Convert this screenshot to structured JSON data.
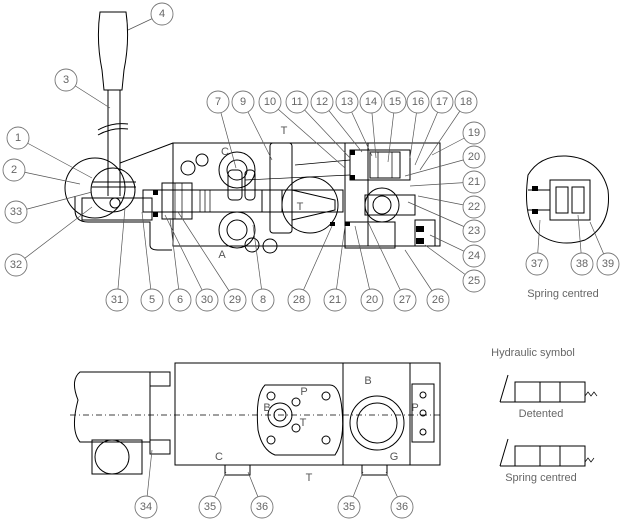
{
  "captions": {
    "detail": "Spring centred",
    "hydraulic_symbol": "Hydraulic symbol",
    "detented": "Detented",
    "spring_centred": "Spring centred"
  },
  "section_view_labels": [
    "T",
    "C",
    "A",
    "T"
  ],
  "bottom_view_labels": [
    "B",
    "P",
    "B",
    "T",
    "P",
    "C",
    "G",
    "T"
  ],
  "callouts_top": [
    "1",
    "2",
    "33",
    "32",
    "3",
    "4",
    "7",
    "9",
    "10",
    "11",
    "12",
    "13",
    "14",
    "15",
    "16",
    "17",
    "18",
    "19",
    "20",
    "21",
    "22",
    "23",
    "24",
    "25",
    "26",
    "27",
    "20",
    "21",
    "28",
    "8",
    "29",
    "30",
    "6",
    "5",
    "31"
  ],
  "callouts_detail": [
    "37",
    "38",
    "39"
  ],
  "callouts_bottom": [
    "34",
    "35",
    "36",
    "35",
    "36"
  ]
}
